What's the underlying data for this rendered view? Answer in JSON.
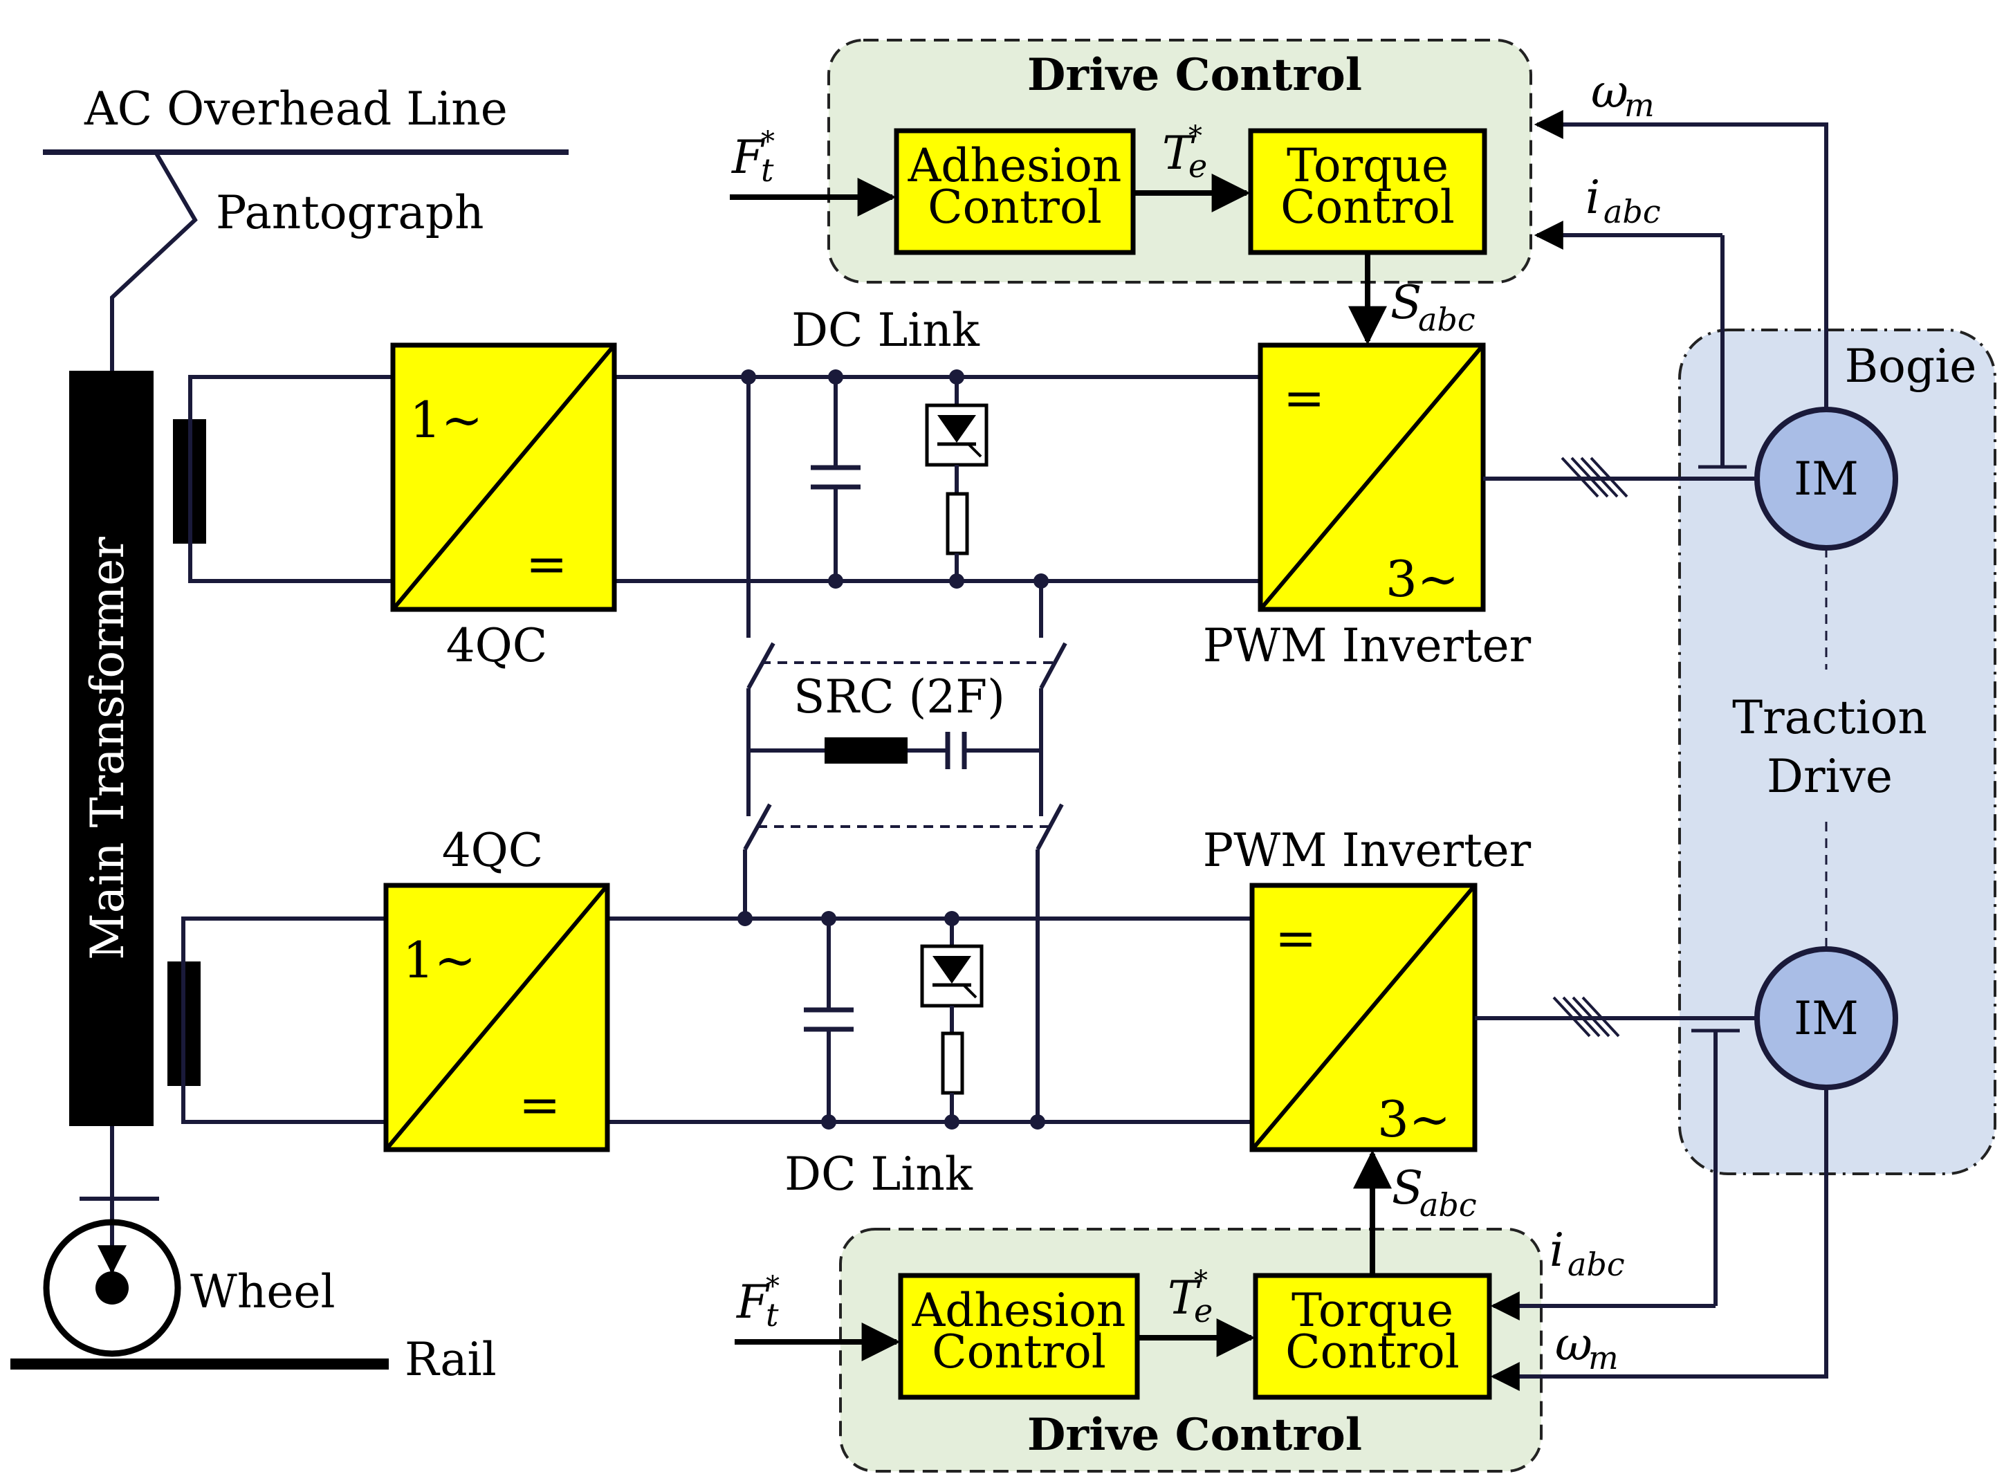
{
  "labels": {
    "ac_line": "AC Overhead Line",
    "pantograph": "Pantograph",
    "main_transformer": "Main Transformer",
    "wheel": "Wheel",
    "rail": "Rail",
    "qc_top": "4QC",
    "qc_bottom": "4QC",
    "dc_link_top": "DC Link",
    "dc_link_bottom": "DC Link",
    "src": "SRC (2F)",
    "pwm_top": "PWM Inverter",
    "pwm_bottom": "PWM Inverter",
    "bogie": "Bogie",
    "traction": "Traction",
    "drive": "Drive",
    "im_top": "IM",
    "im_bottom": "IM"
  },
  "drive_control": {
    "title_top": "Drive Control",
    "title_bottom": "Drive Control",
    "adhesion_line1": "Adhesion",
    "adhesion_line2": "Control",
    "torque_line1": "Torque",
    "torque_line2": "Control"
  },
  "converter_symbols": {
    "one_phase": "1~",
    "dc": "=",
    "three_phase": "3~"
  },
  "signals": {
    "force_ref": "F",
    "force_ref_sub": "t",
    "torque_ref": "T",
    "torque_ref_sub": "e",
    "star": "*",
    "switching": "S",
    "switching_sub": "abc",
    "current": "i",
    "current_sub": "abc",
    "speed": "ω",
    "speed_sub": "m"
  },
  "colors": {
    "box_fill": "#ffff00",
    "control_fill": "#e4eedb",
    "bogie_fill": "#d6e0f0",
    "motor_fill": "#a9bde6",
    "line": "#1a1a3a"
  }
}
